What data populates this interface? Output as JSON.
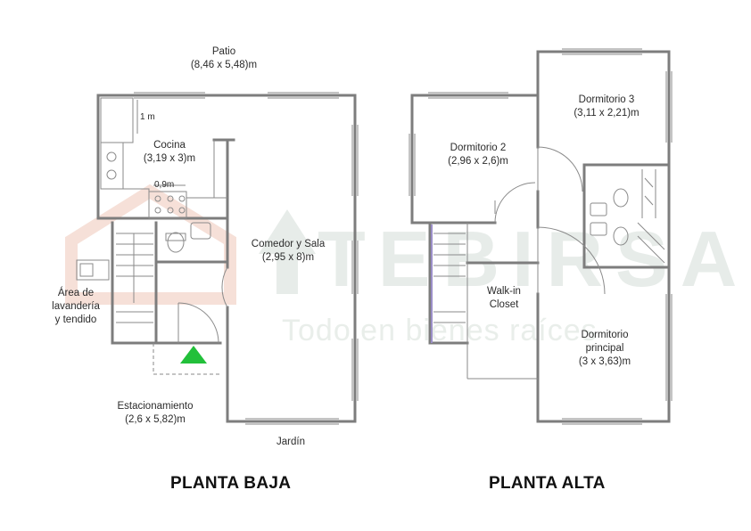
{
  "watermark": {
    "brand": "TEBIRSA",
    "tagline": "Todo en bienes raíces",
    "marker_color": "#22c03a"
  },
  "planta_baja": {
    "title": "PLANTA BAJA",
    "patio": {
      "name": "Patio",
      "size": "(8,46 x 5,48)m"
    },
    "cocina": {
      "name": "Cocina",
      "size": "(3,19 x 3)m",
      "dim_1m": "1 m",
      "dim_09m": "0,9m"
    },
    "comedor": {
      "name": "Comedor y Sala",
      "size": "(2,95 x 8)m"
    },
    "lavanderia": {
      "line1": "Área de",
      "line2": "lavandería",
      "line3": "y tendido"
    },
    "estacionamiento": {
      "name": "Estacionamiento",
      "size": "(2,6 x 5,82)m"
    },
    "jardin": "Jardín"
  },
  "planta_alta": {
    "title": "PLANTA ALTA",
    "dormitorio2": {
      "name": "Dormitorio 2",
      "size": "(2,96 x 2,6)m"
    },
    "dormitorio3": {
      "name": "Dormitorio 3",
      "size": "(3,11 x 2,21)m"
    },
    "walkin": {
      "line1": "Walk-in",
      "line2": "Closet"
    },
    "principal": {
      "name": "Dormitorio",
      "name2": "principal",
      "size": "(3 x 3,63)m"
    }
  }
}
